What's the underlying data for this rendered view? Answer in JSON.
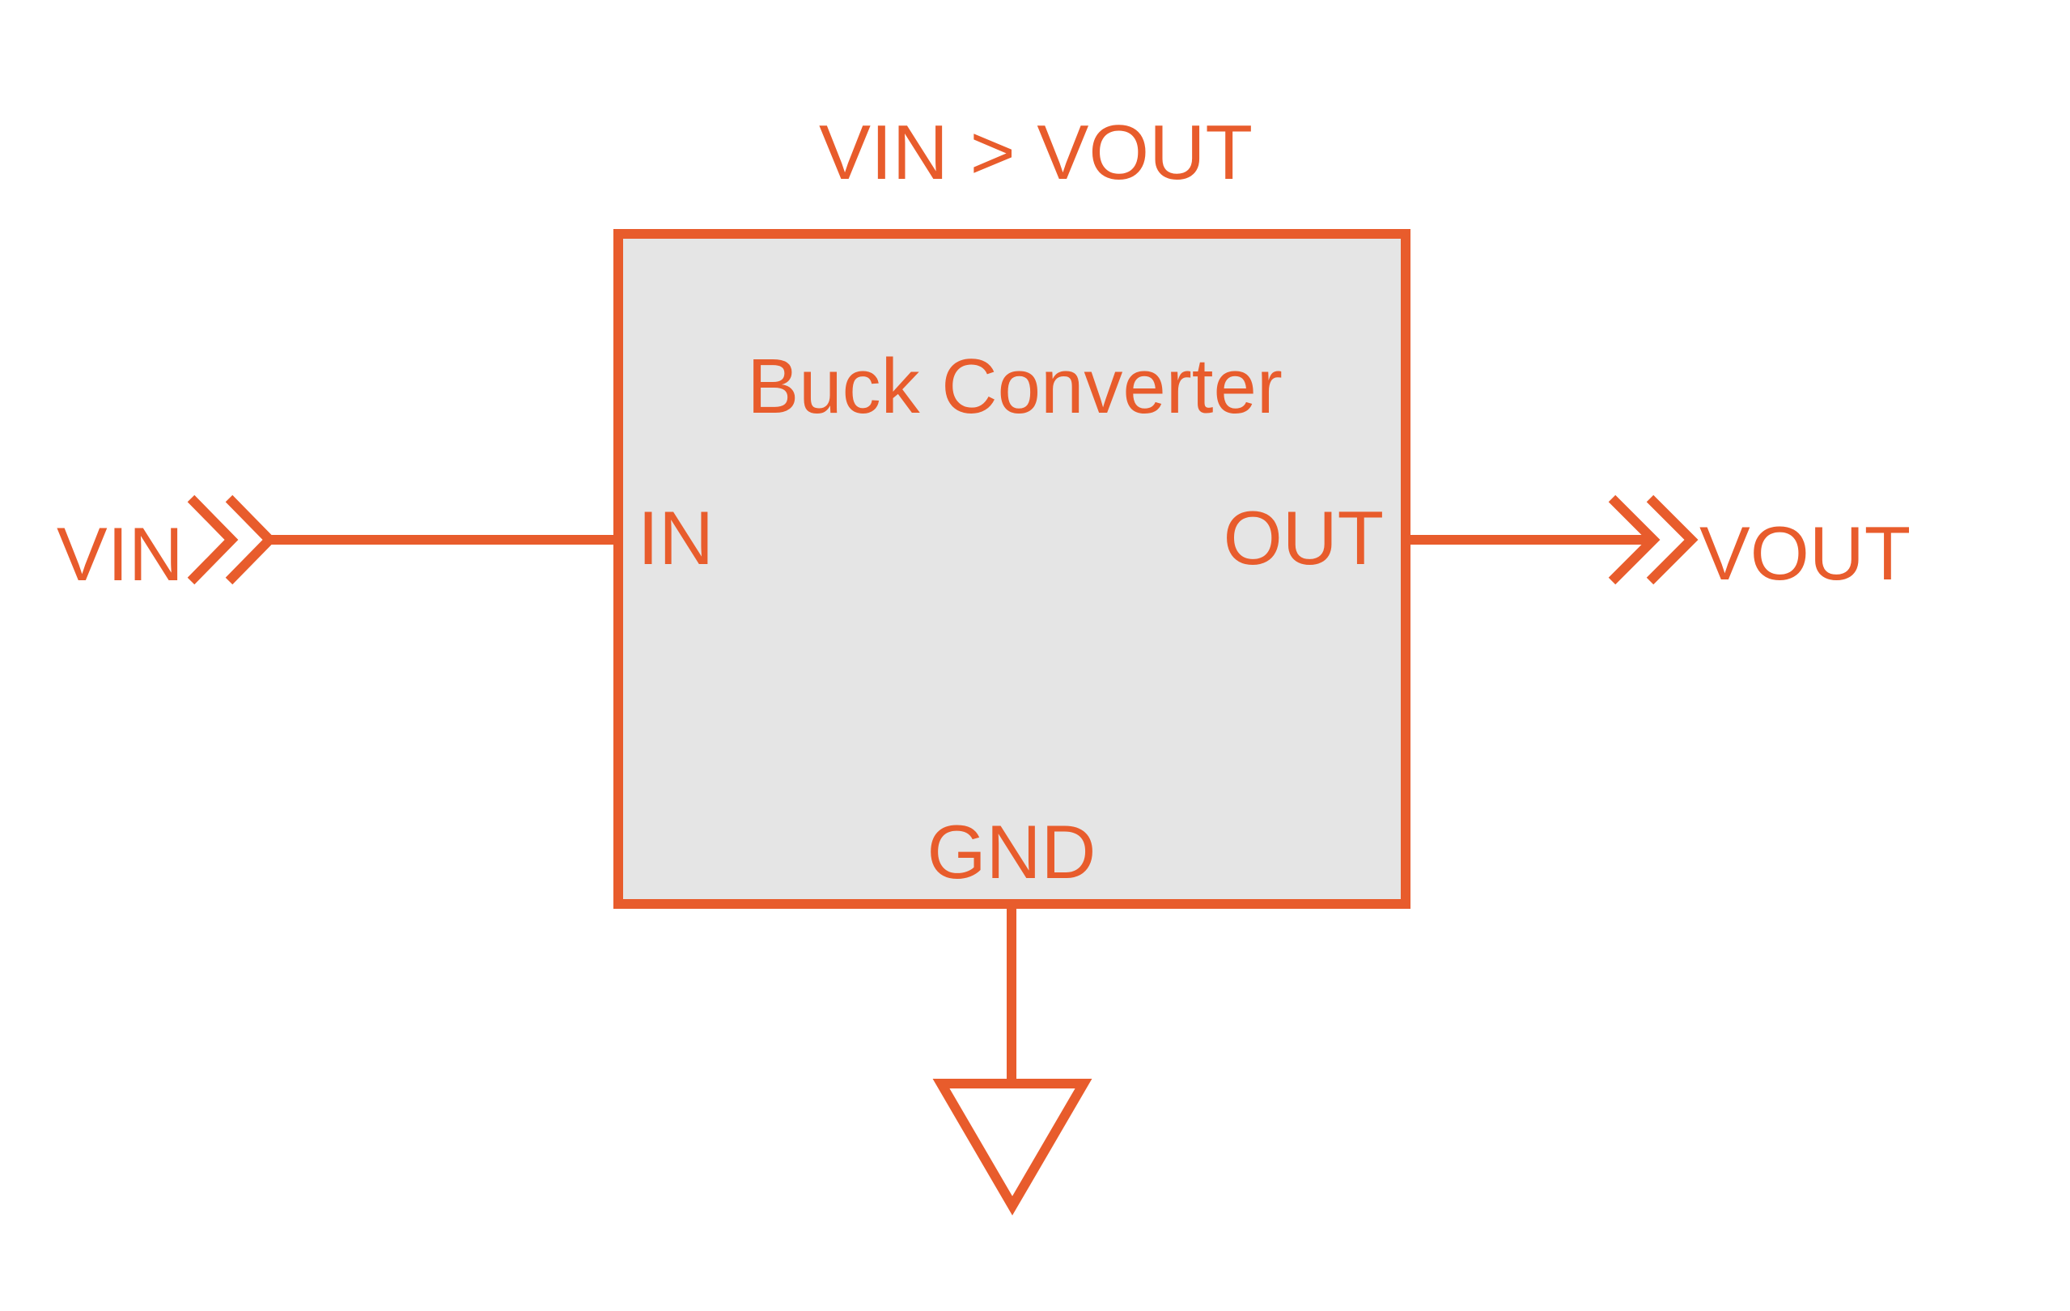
{
  "diagram": {
    "title": "VIN > VOUT",
    "block": {
      "name": "Buck Converter",
      "pins": {
        "in": "IN",
        "out": "OUT",
        "gnd": "GND"
      }
    },
    "nets": {
      "input": "VIN",
      "output": "VOUT"
    },
    "symbols": [
      "off-page-connector-input",
      "off-page-connector-output",
      "ground-symbol"
    ],
    "colors": {
      "stroke": "#E85C2C",
      "text": "#E85C2C",
      "block_fill": "#E5E5E5",
      "background": "#FFFFFF"
    }
  }
}
